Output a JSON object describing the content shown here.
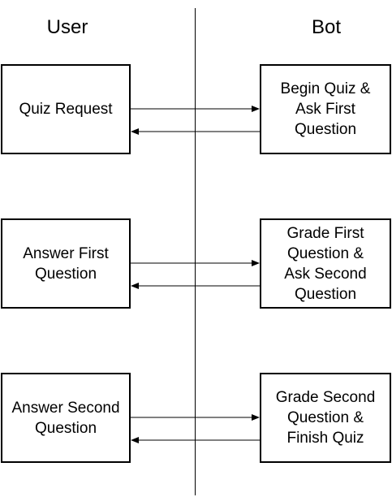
{
  "lanes": {
    "user": "User",
    "bot": "Bot"
  },
  "steps": [
    {
      "user": "Quiz Request",
      "bot": "Begin Quiz &\nAsk First\nQuestion"
    },
    {
      "user": "Answer First\nQuestion",
      "bot": "Grade First\nQuestion &\nAsk Second\nQuestion"
    },
    {
      "user": "Answer Second\nQuestion",
      "bot": "Grade Second\nQuestion &\nFinish Quiz"
    }
  ]
}
